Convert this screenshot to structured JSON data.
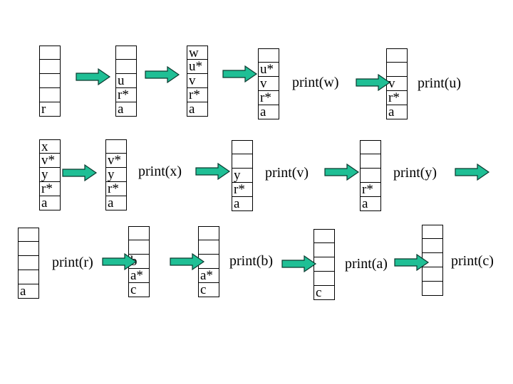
{
  "style": {
    "arrow_fill": "#1fbf95",
    "arrow_stroke": "#0b3a2f",
    "line_color": "#000000"
  },
  "stacks": [
    {
      "id": "s1",
      "cells": [
        "",
        "",
        "",
        "",
        "r"
      ]
    },
    {
      "id": "s2",
      "cells": [
        "",
        "",
        "u",
        "r*",
        "a"
      ]
    },
    {
      "id": "s3",
      "cells": [
        "w",
        "u*",
        "v",
        "r*",
        "a"
      ]
    },
    {
      "id": "s4",
      "cells": [
        "",
        "u*",
        "v",
        "r*",
        "a"
      ]
    },
    {
      "id": "s5",
      "cells": [
        "",
        "",
        "v",
        "r*",
        "a"
      ]
    },
    {
      "id": "s6",
      "cells": [
        "x",
        "v*",
        "y",
        "r*",
        "a"
      ]
    },
    {
      "id": "s7",
      "cells": [
        "",
        "v*",
        "y",
        "r*",
        "a"
      ]
    },
    {
      "id": "s8",
      "cells": [
        "",
        "",
        "y",
        "r*",
        "a"
      ]
    },
    {
      "id": "s9",
      "cells": [
        "",
        "",
        "",
        "r*",
        "a"
      ]
    },
    {
      "id": "s10",
      "cells": [
        "",
        "",
        "",
        "",
        "a"
      ]
    },
    {
      "id": "s11",
      "cells": [
        "",
        "",
        "b",
        "a*",
        "c"
      ]
    },
    {
      "id": "s12",
      "cells": [
        "",
        "",
        "",
        "a*",
        "c"
      ]
    },
    {
      "id": "s13",
      "cells": [
        "",
        "",
        "",
        "",
        "c"
      ]
    },
    {
      "id": "s14",
      "cells": [
        "",
        "",
        "",
        "",
        ""
      ]
    },
    {
      "id": "s15",
      "cells": [
        "",
        "",
        "",
        "",
        ""
      ]
    }
  ],
  "labels": {
    "print_w": "print(w)",
    "print_u": "print(u)",
    "print_x": "print(x)",
    "print_v": "print(v)",
    "print_y": "print(y)",
    "print_r": "print(r)",
    "print_b": "print(b)",
    "print_a": "print(a)",
    "print_c": "print(c)"
  },
  "arrows": [
    "a1",
    "a2",
    "a3",
    "a4",
    "a5",
    "a6",
    "a7",
    "a8",
    "a9",
    "a10",
    "a11",
    "a12"
  ]
}
